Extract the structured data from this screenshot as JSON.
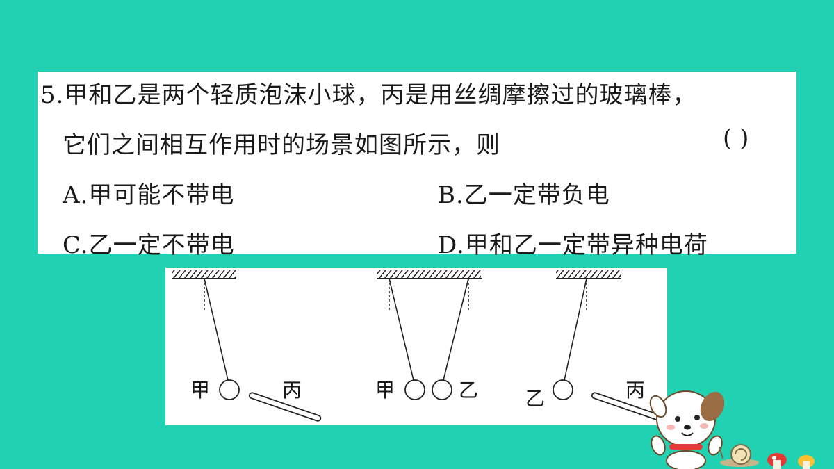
{
  "question": {
    "number": "5.",
    "line1": "甲和乙是两个轻质泡沫小球，丙是用丝绸摩擦过的玻璃棒，",
    "line2": "它们之间相互作用时的场景如图所示，则",
    "answer_paren": "(      )",
    "options": [
      {
        "letter": "A.",
        "text": "甲可能不带电"
      },
      {
        "letter": "B.",
        "text": "乙一定带负电"
      },
      {
        "letter": "C.",
        "text": "乙一定不带电"
      },
      {
        "letter": "D.",
        "text": "甲和乙一定带异种电荷"
      }
    ]
  },
  "figure": {
    "panel1": {
      "ball_label": "甲",
      "rod_label": "丙"
    },
    "panel2": {
      "left_label": "甲",
      "right_label": "乙"
    },
    "panel3": {
      "ball_label": "乙",
      "rod_label": "丙"
    }
  },
  "colors": {
    "background": "#21d2b2",
    "card": "#ffffff",
    "text": "#1a1a1a"
  }
}
